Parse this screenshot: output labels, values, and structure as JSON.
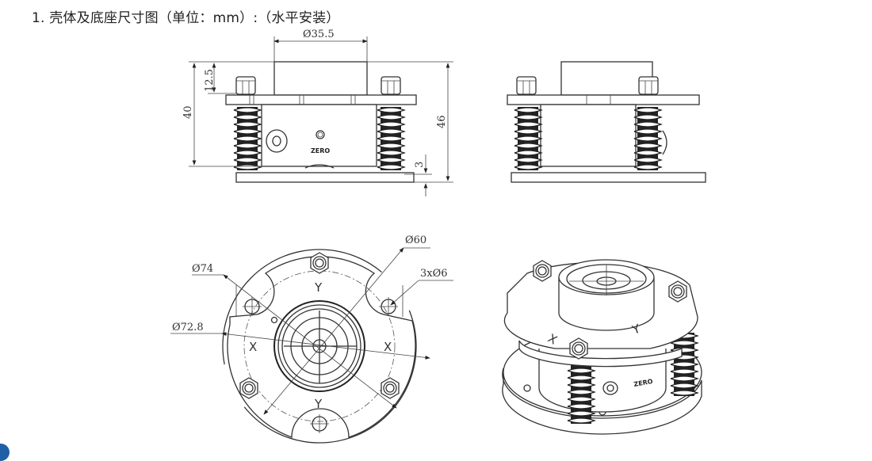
{
  "heading": "1. 壳体及底座尺寸图（单位：mm）:（水平安装）",
  "side_view": {
    "dim_top_diameter": "Ø35.5",
    "dim_top_height": "12.5",
    "dim_body_height": "40",
    "dim_total_height": "46",
    "dim_base_gap": "3",
    "zero_label": "ZERO"
  },
  "top_view": {
    "dim_outer": "Ø74",
    "dim_inner": "Ø72.8",
    "dim_bolt_circle": "Ø60",
    "dim_holes": "3xØ6",
    "axis_y": "Y",
    "axis_x": "X"
  },
  "iso_view": {
    "zero_label": "ZERO",
    "axis_y": "Y",
    "axis_x": "X"
  },
  "colors": {
    "line": "#333333",
    "accent": "#1f5fa8"
  }
}
